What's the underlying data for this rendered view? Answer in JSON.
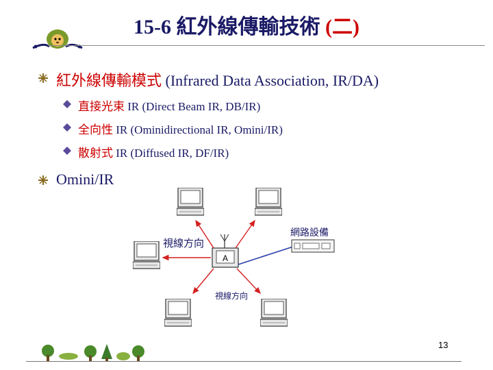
{
  "slide": {
    "title_main": "15-6 紅外線傳輸技術 ",
    "title_paren": "(二)",
    "bullets": [
      {
        "zh": "紅外線傳輸模式",
        "en": " (Infrared Data Association, IR/DA)"
      },
      {
        "zh": "",
        "en": "Omini/IR"
      }
    ],
    "sub_bullets": [
      {
        "zh": "直接光束",
        "en": " IR (Direct Beam IR, DB/IR)"
      },
      {
        "zh": "全向性",
        "en": " IR (Ominidirectional IR, Omini/IR)"
      },
      {
        "zh": "散射式",
        "en": " IR (Diffused IR, DF/IR)"
      }
    ],
    "page_number": "13"
  },
  "diagram": {
    "label_view_direction_left": "視線方向",
    "label_view_direction_bottom": "視線方向",
    "label_network_device": "網路設備",
    "center_device_label": "A"
  },
  "colors": {
    "title": "#1a1a66",
    "accent_red": "#cc0000",
    "arrow_red": "#d42020",
    "link_blue": "#2a3faa"
  }
}
